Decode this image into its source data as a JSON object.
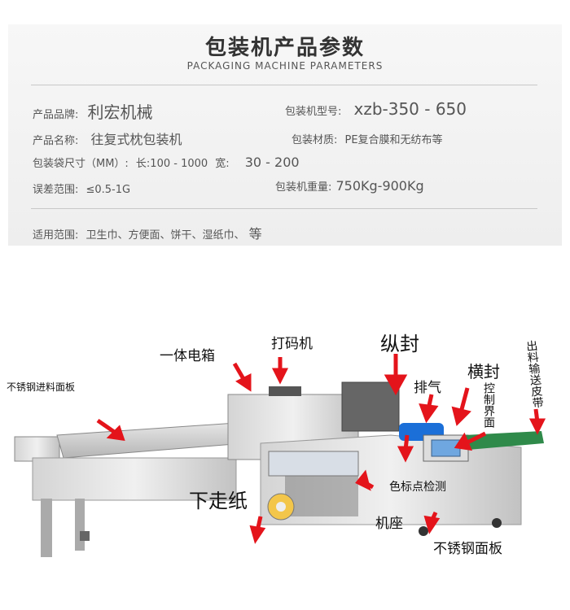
{
  "spec": {
    "title": "包装机产品参数",
    "subtitle": "PACKAGING MACHINE PARAMETERS",
    "brand_label": "产品品牌:",
    "brand_value": "利宏机械",
    "model_label": "包装机型号:",
    "model_value": "xzb-350 - 650",
    "name_label": "产品名称:",
    "name_value": "往复式枕包装机",
    "material_label": "包装材质:",
    "material_value": "PE复合膜和无纺布等",
    "bag_size_label": "包装袋尺寸（MM）:",
    "bag_size_length": "长:100 - 1000",
    "bag_size_width_label": "宽:",
    "bag_size_width_value": "30 - 200",
    "error_label": "误差范围:",
    "error_value": "≤0.5-1G",
    "weight_label": "包装机重量:",
    "weight_value": "750Kg-900Kg",
    "scope_label": "适用范围:",
    "scope_items": "卫生巾、方便面、饼干、湿纸巾、",
    "scope_etc": "等"
  },
  "callouts": {
    "feed_panel": "不锈钢进料面板",
    "electric_box": "一体电箱",
    "coder": "打码机",
    "long_seal": "纵封",
    "exhaust": "排气",
    "cross_seal": "横封",
    "control_panel": "控制界面",
    "output_belt": "出料输送皮带",
    "film_feed": "下走纸",
    "color_mark": "色标点检测",
    "base": "机座",
    "steel_panel": "不锈钢面板"
  },
  "colors": {
    "arrow": "#e4141b",
    "steel": "#c9c9c9",
    "belt": "#2f8a4a",
    "blue": "#1b6fd8"
  }
}
